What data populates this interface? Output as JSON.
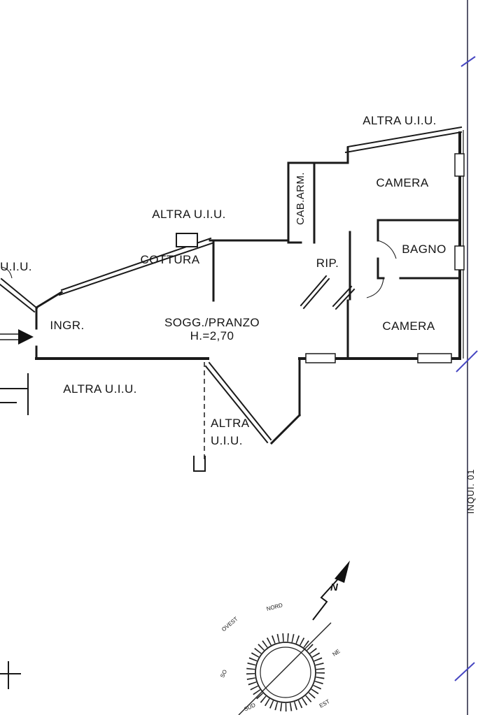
{
  "plan": {
    "rooms": {
      "camera_top": "CAMERA",
      "camera_bottom": "CAMERA",
      "bagno": "BAGNO",
      "cab_arm": "CAB.ARM.",
      "rip": "RIP.",
      "cottura": "COTTURA",
      "ingr": "INGR.",
      "sogg": "SOGG./PRANZO",
      "sogg_height": "H.=2,70"
    },
    "adjacent_units": {
      "top_right": "ALTRA U.I.U.",
      "top_center": "ALTRA U.I.U.",
      "left": "U.I.U.",
      "left_lower": "ALTRA U.I.U.",
      "bottom_line1": "ALTRA",
      "bottom_line2": "U.I.U."
    },
    "margin_note": "INQUI. 01",
    "compass": {
      "nord": "NORD",
      "ovest": "OVEST",
      "so": "SO",
      "sud": "SUD",
      "est": "EST",
      "ne": "NE",
      "north_arrow_letter": "N"
    },
    "colors": {
      "wall": "#1a1a1a",
      "height_text": "#85858d",
      "margin_line": "#30304a",
      "tick_blue": "#4747c2"
    }
  }
}
